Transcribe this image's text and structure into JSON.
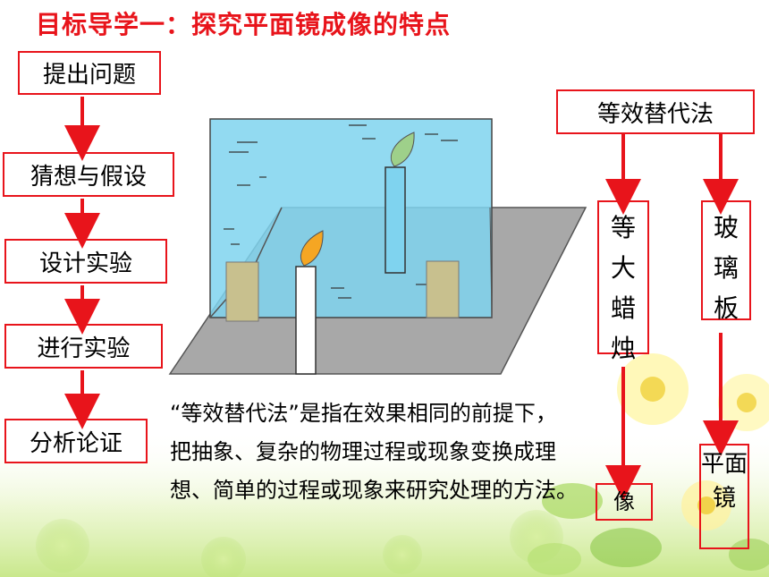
{
  "title": "目标导学一：探究平面镜成像的特点",
  "steps": [
    "提出问题",
    "猜想与假设",
    "设计实验",
    "进行实验",
    "分析论证"
  ],
  "method": {
    "label": "等效替代法",
    "branches": [
      {
        "label": "等大蜡烛",
        "result": "像"
      },
      {
        "label": "玻璃板",
        "result": "平面镜"
      }
    ]
  },
  "explanation": {
    "line1": "“等效替代法”是指在效果相同的前提下，",
    "line2": "把抽象、复杂的物理过程或现象变换成理",
    "line3": "想、简单的过程或现象来研究处理的方法。"
  },
  "colors": {
    "accent": "#e8141b",
    "glass": "#7fd3ef",
    "table": "#a8a8a8",
    "flame": "#f5a623",
    "candle_stand": "#c8c08e"
  }
}
